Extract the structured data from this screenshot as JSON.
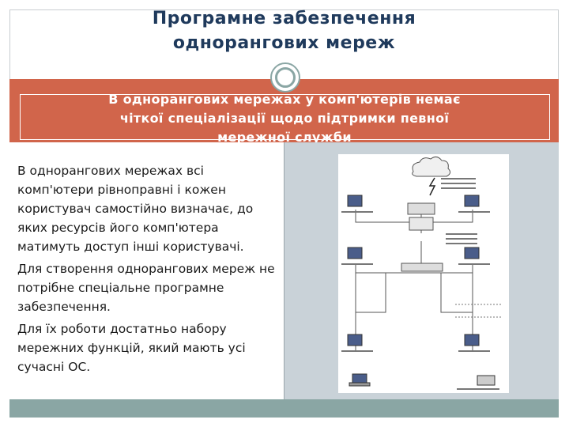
{
  "slide": {
    "title_line1": "Програмне забезпечення",
    "title_line2": "однорангових мереж",
    "banner_line1": "В однорангових мережах у комп'ютерів немає",
    "banner_line2": "чіткої спеціалізації  щодо підтримки певної",
    "banner_line3": "мережної служби",
    "paragraphs": [
      "В однорангових мережах всі комп'ютери  рівноправні і кожен користувач самостійно визначає, до яких ресурсів його комп'ютера матимуть доступ інші користувачі.",
      "Для створення однорангових мереж не потрібне спеціальне програмне забезпечення.",
      "Для їх роботи достатньо набору мережних функцій, який мають усі сучасні ОС."
    ]
  },
  "colors": {
    "title": "#1f3a5c",
    "banner": "#d1654b",
    "accent": "#8aa6a4",
    "right_panel": "#c9d2d8"
  }
}
